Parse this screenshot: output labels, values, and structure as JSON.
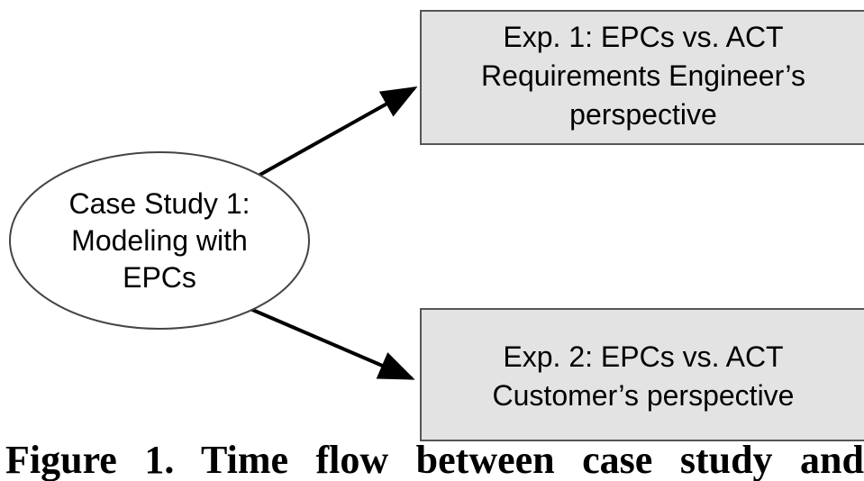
{
  "nodes": {
    "case_study": {
      "lines": [
        "Case Study 1:",
        "Modeling with",
        "EPCs"
      ]
    },
    "exp1": {
      "lines": [
        "Exp. 1: EPCs vs. ACT",
        "Requirements Engineer’s",
        "perspective"
      ]
    },
    "exp2": {
      "lines": [
        "Exp. 2: EPCs vs. ACT",
        "Customer’s perspective"
      ]
    }
  },
  "caption": "Figure 1. Time flow between case study and",
  "colors": {
    "box_fill": "#e3e3e3",
    "box_stroke": "#555555",
    "ellipse_fill": "#ffffff",
    "ellipse_stroke": "#444444",
    "arrow": "#000000"
  }
}
